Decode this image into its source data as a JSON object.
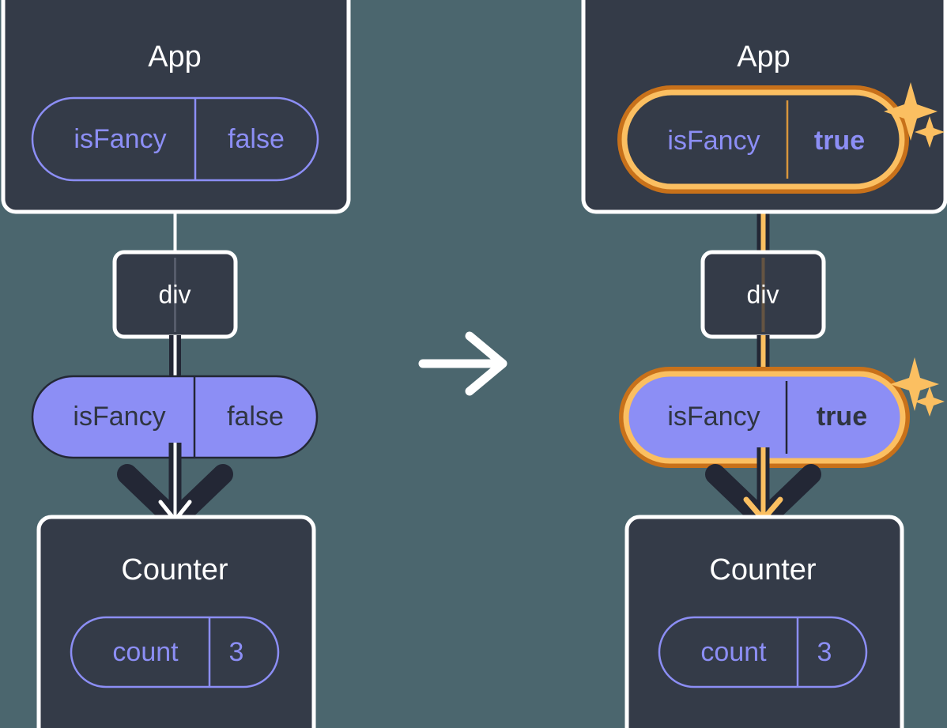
{
  "theme": {
    "background": "#4b666e",
    "panel_fill": "#343b48",
    "panel_stroke": "#ffffff",
    "pill_outline_stroke": "#8c8ef5",
    "pill_filled_fill": "#8c8ef5",
    "pill_filled_text": "#2f3541",
    "edge_dark": "#232735",
    "edge_white": "#ffffff",
    "highlight_outer": "#c8711a",
    "highlight_inner": "#fbbf61",
    "sparkle": "#fbbf61",
    "label_text": "#ffffff"
  },
  "transition_arrow": {
    "icon": "arrow-right-icon",
    "color": "#ffffff"
  },
  "panels": {
    "before": {
      "id": "before",
      "app": {
        "title": "App",
        "prop": {
          "name": "isFancy",
          "value": "false",
          "value_bold": false,
          "highlighted": false
        }
      },
      "div": {
        "title": "div"
      },
      "passed_prop": {
        "name": "isFancy",
        "value": "false",
        "value_bold": false,
        "highlighted": false
      },
      "counter": {
        "title": "Counter",
        "state": {
          "name": "count",
          "value": "3"
        }
      },
      "sparkles": false
    },
    "after": {
      "id": "after",
      "app": {
        "title": "App",
        "prop": {
          "name": "isFancy",
          "value": "true",
          "value_bold": true,
          "highlighted": true
        }
      },
      "div": {
        "title": "div"
      },
      "passed_prop": {
        "name": "isFancy",
        "value": "true",
        "value_bold": true,
        "highlighted": true
      },
      "counter": {
        "title": "Counter",
        "state": {
          "name": "count",
          "value": "3"
        }
      },
      "sparkles": true
    }
  }
}
